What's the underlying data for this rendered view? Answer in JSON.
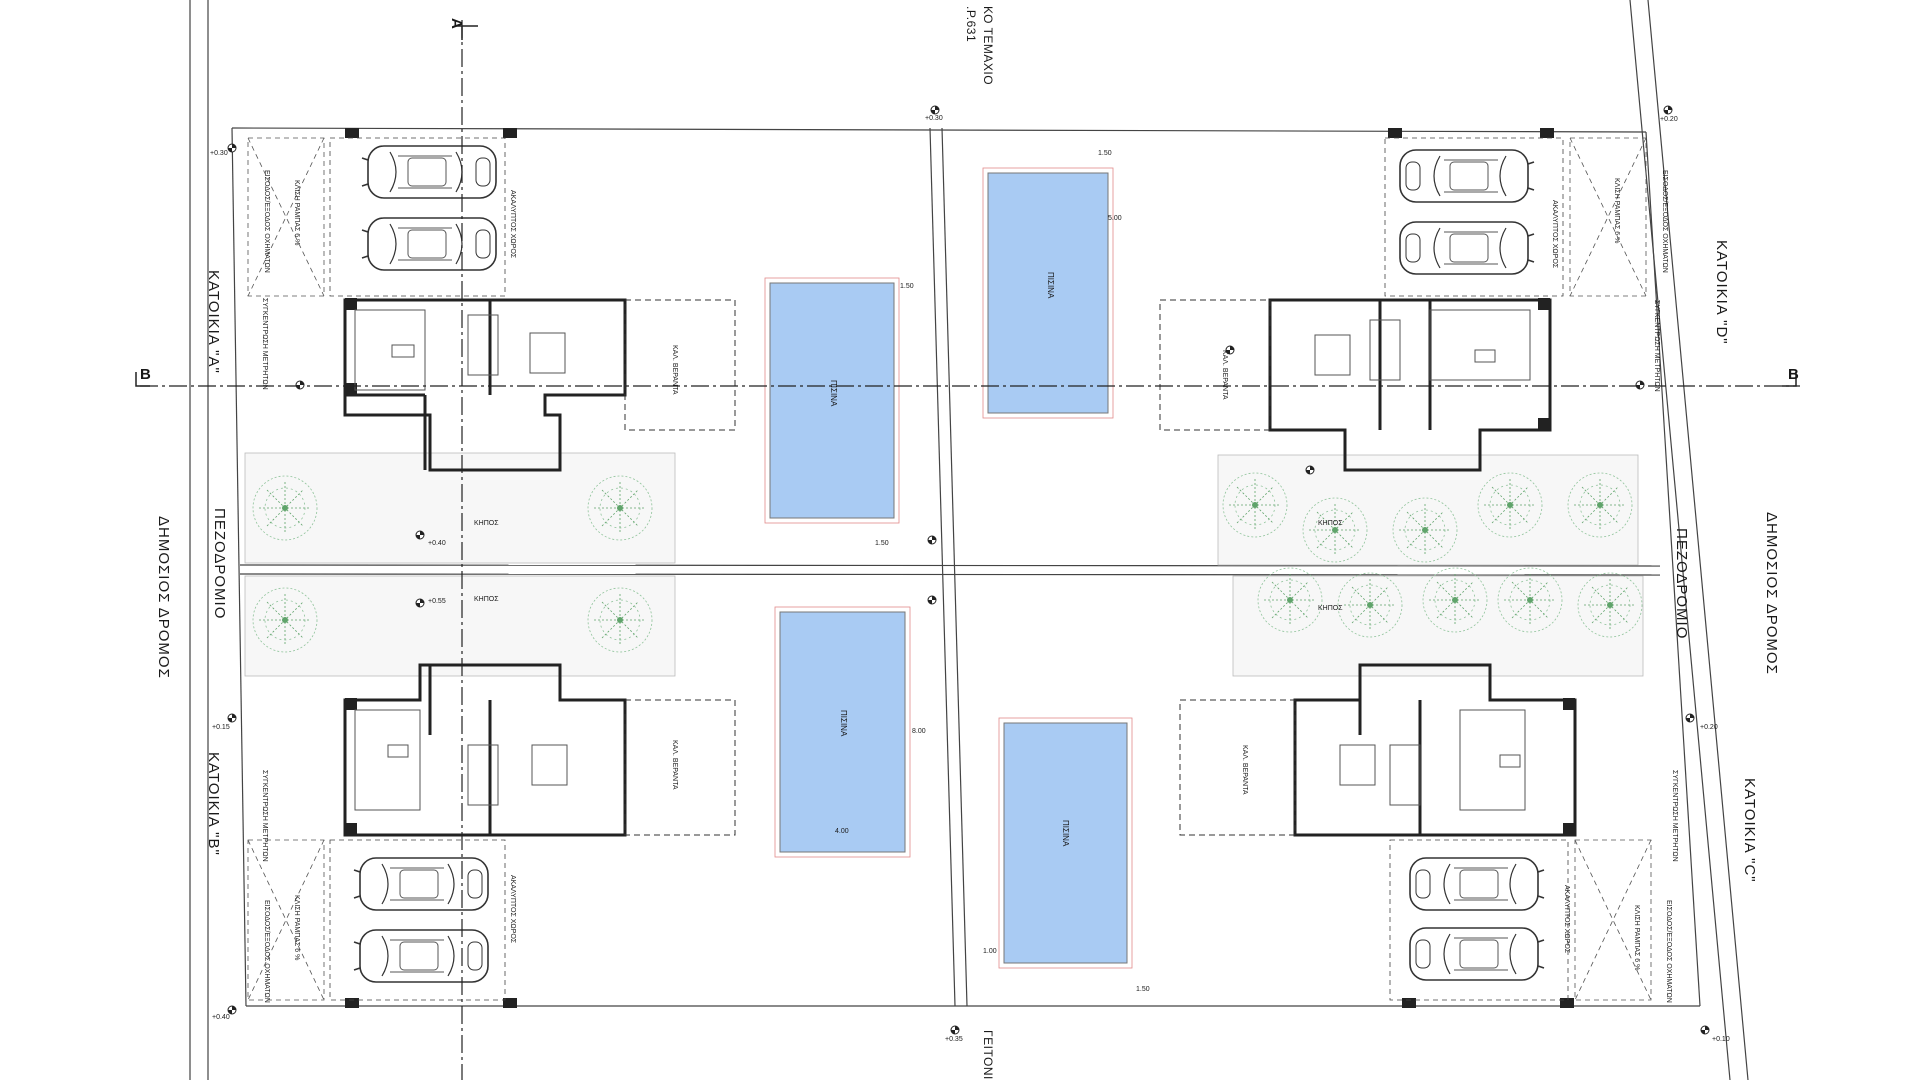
{
  "section_markers": {
    "a": "Α",
    "b_left": "Β",
    "b_right": "Β"
  },
  "neighbour_top": {
    "line1": "ΚΟ ΤΕΜΑΧΙΟ",
    "line2": ".Ρ.631"
  },
  "neighbour_bottom": "ΓΕΙΤΟΝΙ",
  "roads": {
    "left_road": "ΔΗΜΟΣΙΟΣ ΔΡΟΜΟΣ",
    "left_pavement": "ΠΕΖΟΔΡΟΜΙΟ",
    "right_road": "ΔΗΜΟΣΙΟΣ ΔΡΟΜΟΣ",
    "right_pavement": "ΠΕΖΟΔΡΟΜΙΟ"
  },
  "houses": {
    "a": "ΚΑΤΟΙΚΙΑ \"Α\"",
    "b": "ΚΑΤΟΙΚΙΑ \"Β\"",
    "c": "ΚΑΤΟΙΚΙΑ \"C\"",
    "d": "ΚΑΤΟΙΚΙΑ \"D\""
  },
  "pools": {
    "p1": "ΠΙΣΙΝΑ",
    "p2": "ΠΙΣΙΝΑ",
    "p3": "ΠΙΣΙΝΑ",
    "p4": "ΠΙΣΙΝΑ"
  },
  "gardens": {
    "g1": "ΚΗΠΟΣ",
    "g2": "ΚΗΠΟΣ",
    "g3": "ΚΗΠΟΣ",
    "g4": "ΚΗΠΟΣ"
  },
  "verandas": {
    "v1": "ΚΑΛ. ΒΕΡΑΝΤΑ",
    "v2": "ΚΑΛ. ΒΕΡΑΝΤΑ",
    "v3": "ΚΑΛ. ΒΕΡΑΝΤΑ",
    "v4": "ΚΑΛ. ΒΕΡΑΝΤΑ"
  },
  "parking": {
    "p1": "ΑΚΑΛΥΠΤΟΣ ΧΩΡΟΣ",
    "p2": "ΑΚΑΛΥΠΤΟΣ ΧΩΡΟΣ",
    "p3": "ΑΚΑΛΥΠΤΟΣ ΧΩΡΟΣ",
    "p4": "ΑΚΑΛΥΠΤΟΣ ΧΩΡΟΣ"
  },
  "entrances": {
    "e1": "ΕΙΣΟΔΟΣ/ΕΞΟΔΟΣ ΟΧΗΜΑΤΩΝ",
    "e2": "ΕΙΣΟΔΟΣ/ΕΞΟΔΟΣ ΟΧΗΜΑΤΩΝ",
    "e3": "ΕΙΣΟΔΟΣ/ΕΞΟΔΟΣ ΟΧΗΜΑΤΩΝ",
    "e4": "ΕΙΣΟΔΟΣ/ΕΞΟΔΟΣ ΟΧΗΜΑΤΩΝ"
  },
  "ramps": {
    "r1": "ΚΛΙΣΗ ΡΑΜΠΑΣ 6 %",
    "r2": "ΚΛΙΣΗ ΡΑΜΠΑΣ 6 %",
    "r3": "ΚΛΙΣΗ ΡΑΜΠΑΣ 6 %",
    "r4": "ΚΛΙΣΗ ΡΑΜΠΑΣ 6 %"
  },
  "meters": {
    "m1": "ΣΥΓΚΕΝΤΡΩΣΗ ΜΕΤΡΗΤΩΝ",
    "m2": "ΣΥΓΚΕΝΤΡΩΣΗ ΜΕΤΡΗΤΩΝ",
    "m3": "ΣΥΓΚΕΝΤΡΩΣΗ ΜΕΤΡΗΤΩΝ",
    "m4": "ΣΥΓΚΕΝΤΡΩΣΗ ΜΕΤΡΗΤΩΝ"
  },
  "dimensions": {
    "d1": "1.50",
    "d2": "1.50",
    "d3": "1.50",
    "d4": "8.00",
    "d5": "4.00",
    "d6": "5.00",
    "d7": "1.00",
    "d8": "1.50"
  },
  "levels": {
    "l1": "+0.30",
    "l2": "+0.30",
    "l3": "+0.20",
    "l4": "+0.15",
    "l5": "+0.40",
    "l6": "+0.35",
    "l7": "+0.20",
    "l8": "+0.10",
    "l9": "+0.40",
    "l10": "+0.55"
  },
  "colors": {
    "pool": "#a9cbf3",
    "line": "#3a3a3a",
    "tree": "#5fa36a"
  }
}
